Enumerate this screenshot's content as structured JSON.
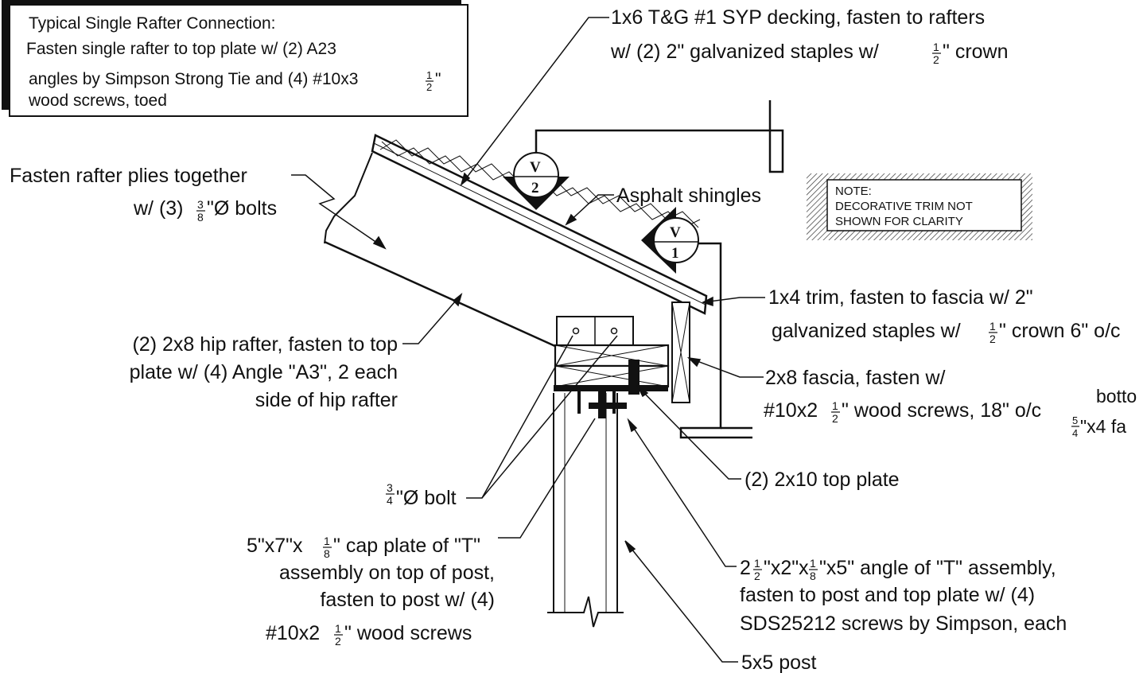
{
  "notes": {
    "typical_connection": {
      "title": "Typical Single Rafter Connection:",
      "line1": "Fasten single rafter to top plate w/ (2) A23",
      "line2a": "angles by Simpson Strong Tie and (4) #10x3",
      "line2b": "\"",
      "line3": "wood screws, toed"
    },
    "decorative": {
      "line1": "NOTE:",
      "line2": "DECORATIVE TRIM NOT",
      "line3": "SHOWN FOR CLARITY"
    }
  },
  "labels": {
    "decking": {
      "line1": "1x6 T&G #1 SYP decking, fasten to rafters",
      "line2a": "w/ (2) 2\" galvanized staples w/",
      "line2b": "\" crown"
    },
    "plies": {
      "line1": "Fasten rafter plies together",
      "line2a": "w/ (3)",
      "line2b": "\"Ø bolts"
    },
    "shingles": "Asphalt shingles",
    "trim": {
      "line1": "1x4 trim, fasten to fascia w/ 2\"",
      "line2a": "galvanized staples w/",
      "line2b": "\" crown 6\" o/c"
    },
    "hip_rafter": {
      "line1": "(2) 2x8 hip rafter, fasten to top",
      "line2": "plate w/ (4) Angle \"A3\", 2 each",
      "line3": "side of hip rafter"
    },
    "fascia": {
      "line1": "2x8 fascia, fasten w/",
      "line2a": "#10x2",
      "line2b": "\" wood screws, 18\" o/c"
    },
    "fragment_right": {
      "line1": "botto",
      "line2a": "\"x4 fa"
    },
    "top_plate": "(2) 2x10 top plate",
    "bolt": {
      "text": "\"Ø bolt"
    },
    "cap_plate": {
      "line1a": "5\"x7\"x",
      "line1b": "\" cap plate of \"T\"",
      "line2": "assembly on top of post,",
      "line3": "fasten to post w/ (4)",
      "line4a": "#10x2",
      "line4b": "\" wood screws"
    },
    "angle": {
      "line1a": "2",
      "line1b": "\"x2\"x",
      "line1c": "\"x5\" angle of \"T\" assembly,",
      "line2": "fasten to post and top plate w/ (4)",
      "line3": "SDS25212 screws by Simpson, each"
    },
    "post": "5x5 post"
  },
  "fractions": {
    "half": {
      "num": "1",
      "den": "2"
    },
    "three_eighths": {
      "num": "3",
      "den": "8"
    },
    "three_quarters": {
      "num": "3",
      "den": "4"
    },
    "one_eighth": {
      "num": "1",
      "den": "8"
    },
    "five_quarters": {
      "num": "5",
      "den": "4"
    }
  },
  "section_tags": [
    {
      "letter": "V",
      "number": "2"
    },
    {
      "letter": "V",
      "number": "1"
    }
  ]
}
